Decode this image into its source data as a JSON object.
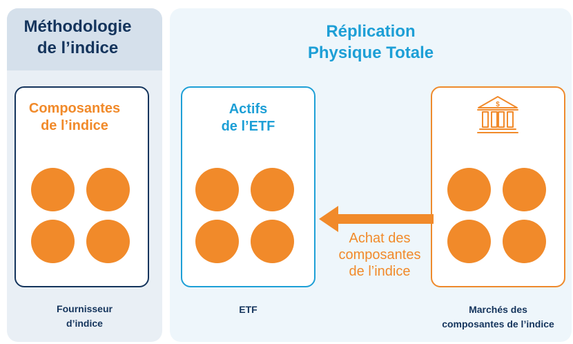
{
  "left_panel": {
    "heading": "Méthodologie\nde l’indice",
    "card_title": "Composantes\nde l’indice",
    "footer": "Fournisseur\nd’indice"
  },
  "right_panel": {
    "heading": "Réplication\nPhysique Totale"
  },
  "etf_card": {
    "title": "Actifs\nde l’ETF",
    "footer": "ETF"
  },
  "market_card": {
    "icon": "bank-icon",
    "footer": "Marchés des\ncomposantes de l’indice"
  },
  "arrow": {
    "label": "Achat des\ncomposantes\nde l’indice",
    "direction": "left"
  },
  "colors": {
    "navy": "#14345c",
    "blue": "#1d9fd6",
    "orange": "#f18a2a"
  }
}
